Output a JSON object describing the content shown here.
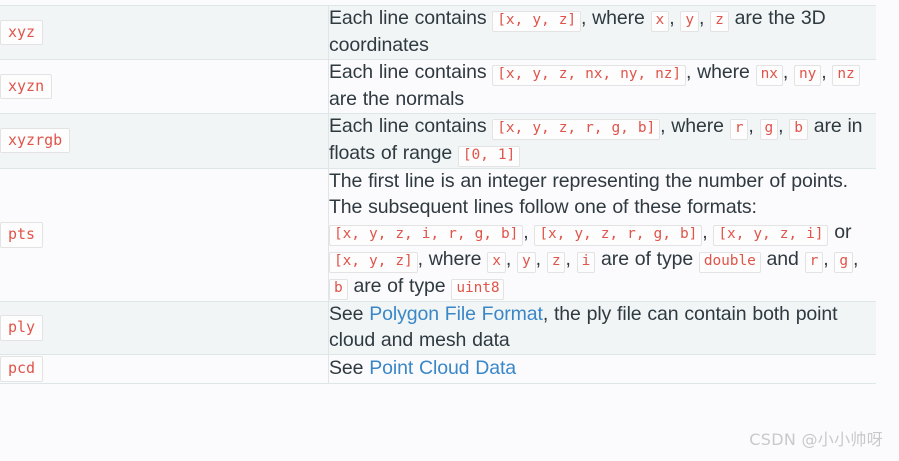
{
  "table": {
    "rows": [
      {
        "format": "xyz",
        "desc_parts": [
          {
            "t": "text",
            "v": "Each line contains "
          },
          {
            "t": "code",
            "v": "[x, y, z]"
          },
          {
            "t": "text",
            "v": ", where "
          },
          {
            "t": "code",
            "v": "x"
          },
          {
            "t": "text",
            "v": ", "
          },
          {
            "t": "code",
            "v": "y"
          },
          {
            "t": "text",
            "v": ", "
          },
          {
            "t": "code",
            "v": "z"
          },
          {
            "t": "text",
            "v": " are the 3D coordinates"
          }
        ]
      },
      {
        "format": "xyzn",
        "desc_parts": [
          {
            "t": "text",
            "v": "Each line contains "
          },
          {
            "t": "code",
            "v": "[x, y, z, nx, ny, nz]"
          },
          {
            "t": "text",
            "v": ", where "
          },
          {
            "t": "code",
            "v": "nx"
          },
          {
            "t": "text",
            "v": ", "
          },
          {
            "t": "code",
            "v": "ny"
          },
          {
            "t": "text",
            "v": ", "
          },
          {
            "t": "code",
            "v": "nz"
          },
          {
            "t": "text",
            "v": " are the normals"
          }
        ]
      },
      {
        "format": "xyzrgb",
        "desc_parts": [
          {
            "t": "text",
            "v": "Each line contains "
          },
          {
            "t": "code",
            "v": "[x, y, z, r, g, b]"
          },
          {
            "t": "text",
            "v": ", where "
          },
          {
            "t": "code",
            "v": "r"
          },
          {
            "t": "text",
            "v": ", "
          },
          {
            "t": "code",
            "v": "g"
          },
          {
            "t": "text",
            "v": ", "
          },
          {
            "t": "code",
            "v": "b"
          },
          {
            "t": "text",
            "v": " are in floats of range "
          },
          {
            "t": "code",
            "v": "[0, 1]"
          }
        ]
      },
      {
        "format": "pts",
        "desc_parts": [
          {
            "t": "text",
            "v": "The first line is an integer representing the number of points. The subsequent lines follow one of these formats: "
          },
          {
            "t": "code",
            "v": "[x, y, z, i, r, g, b]"
          },
          {
            "t": "text",
            "v": ", "
          },
          {
            "t": "code",
            "v": "[x, y, z, r, g, b]"
          },
          {
            "t": "text",
            "v": ", "
          },
          {
            "t": "code",
            "v": "[x, y, z, i]"
          },
          {
            "t": "text",
            "v": " or "
          },
          {
            "t": "code",
            "v": "[x, y, z]"
          },
          {
            "t": "text",
            "v": ", where "
          },
          {
            "t": "code",
            "v": "x"
          },
          {
            "t": "text",
            "v": ", "
          },
          {
            "t": "code",
            "v": "y"
          },
          {
            "t": "text",
            "v": ", "
          },
          {
            "t": "code",
            "v": "z"
          },
          {
            "t": "text",
            "v": ", "
          },
          {
            "t": "code",
            "v": "i"
          },
          {
            "t": "text",
            "v": " are of type "
          },
          {
            "t": "code",
            "v": "double"
          },
          {
            "t": "text",
            "v": " and "
          },
          {
            "t": "code",
            "v": "r"
          },
          {
            "t": "text",
            "v": ", "
          },
          {
            "t": "code",
            "v": "g"
          },
          {
            "t": "text",
            "v": ", "
          },
          {
            "t": "code",
            "v": "b"
          },
          {
            "t": "text",
            "v": " are of type "
          },
          {
            "t": "code",
            "v": "uint8"
          }
        ]
      },
      {
        "format": "ply",
        "desc_parts": [
          {
            "t": "text",
            "v": "See "
          },
          {
            "t": "link",
            "v": "Polygon File Format"
          },
          {
            "t": "text",
            "v": ", the ply file can contain both point cloud and mesh data"
          }
        ]
      },
      {
        "format": "pcd",
        "desc_parts": [
          {
            "t": "text",
            "v": "See "
          },
          {
            "t": "link",
            "v": "Point Cloud Data"
          }
        ]
      }
    ]
  },
  "watermark": {
    "text": "CSDN @小小帅呀"
  },
  "colors": {
    "code_text": "#e0544a",
    "link": "#3a87c8",
    "body_text": "#2f3a40",
    "row_odd_bg": "#f1f5f6",
    "row_even_bg": "#fbfafc",
    "border": "#dfe6e8",
    "watermark": "#c9c9cb"
  }
}
